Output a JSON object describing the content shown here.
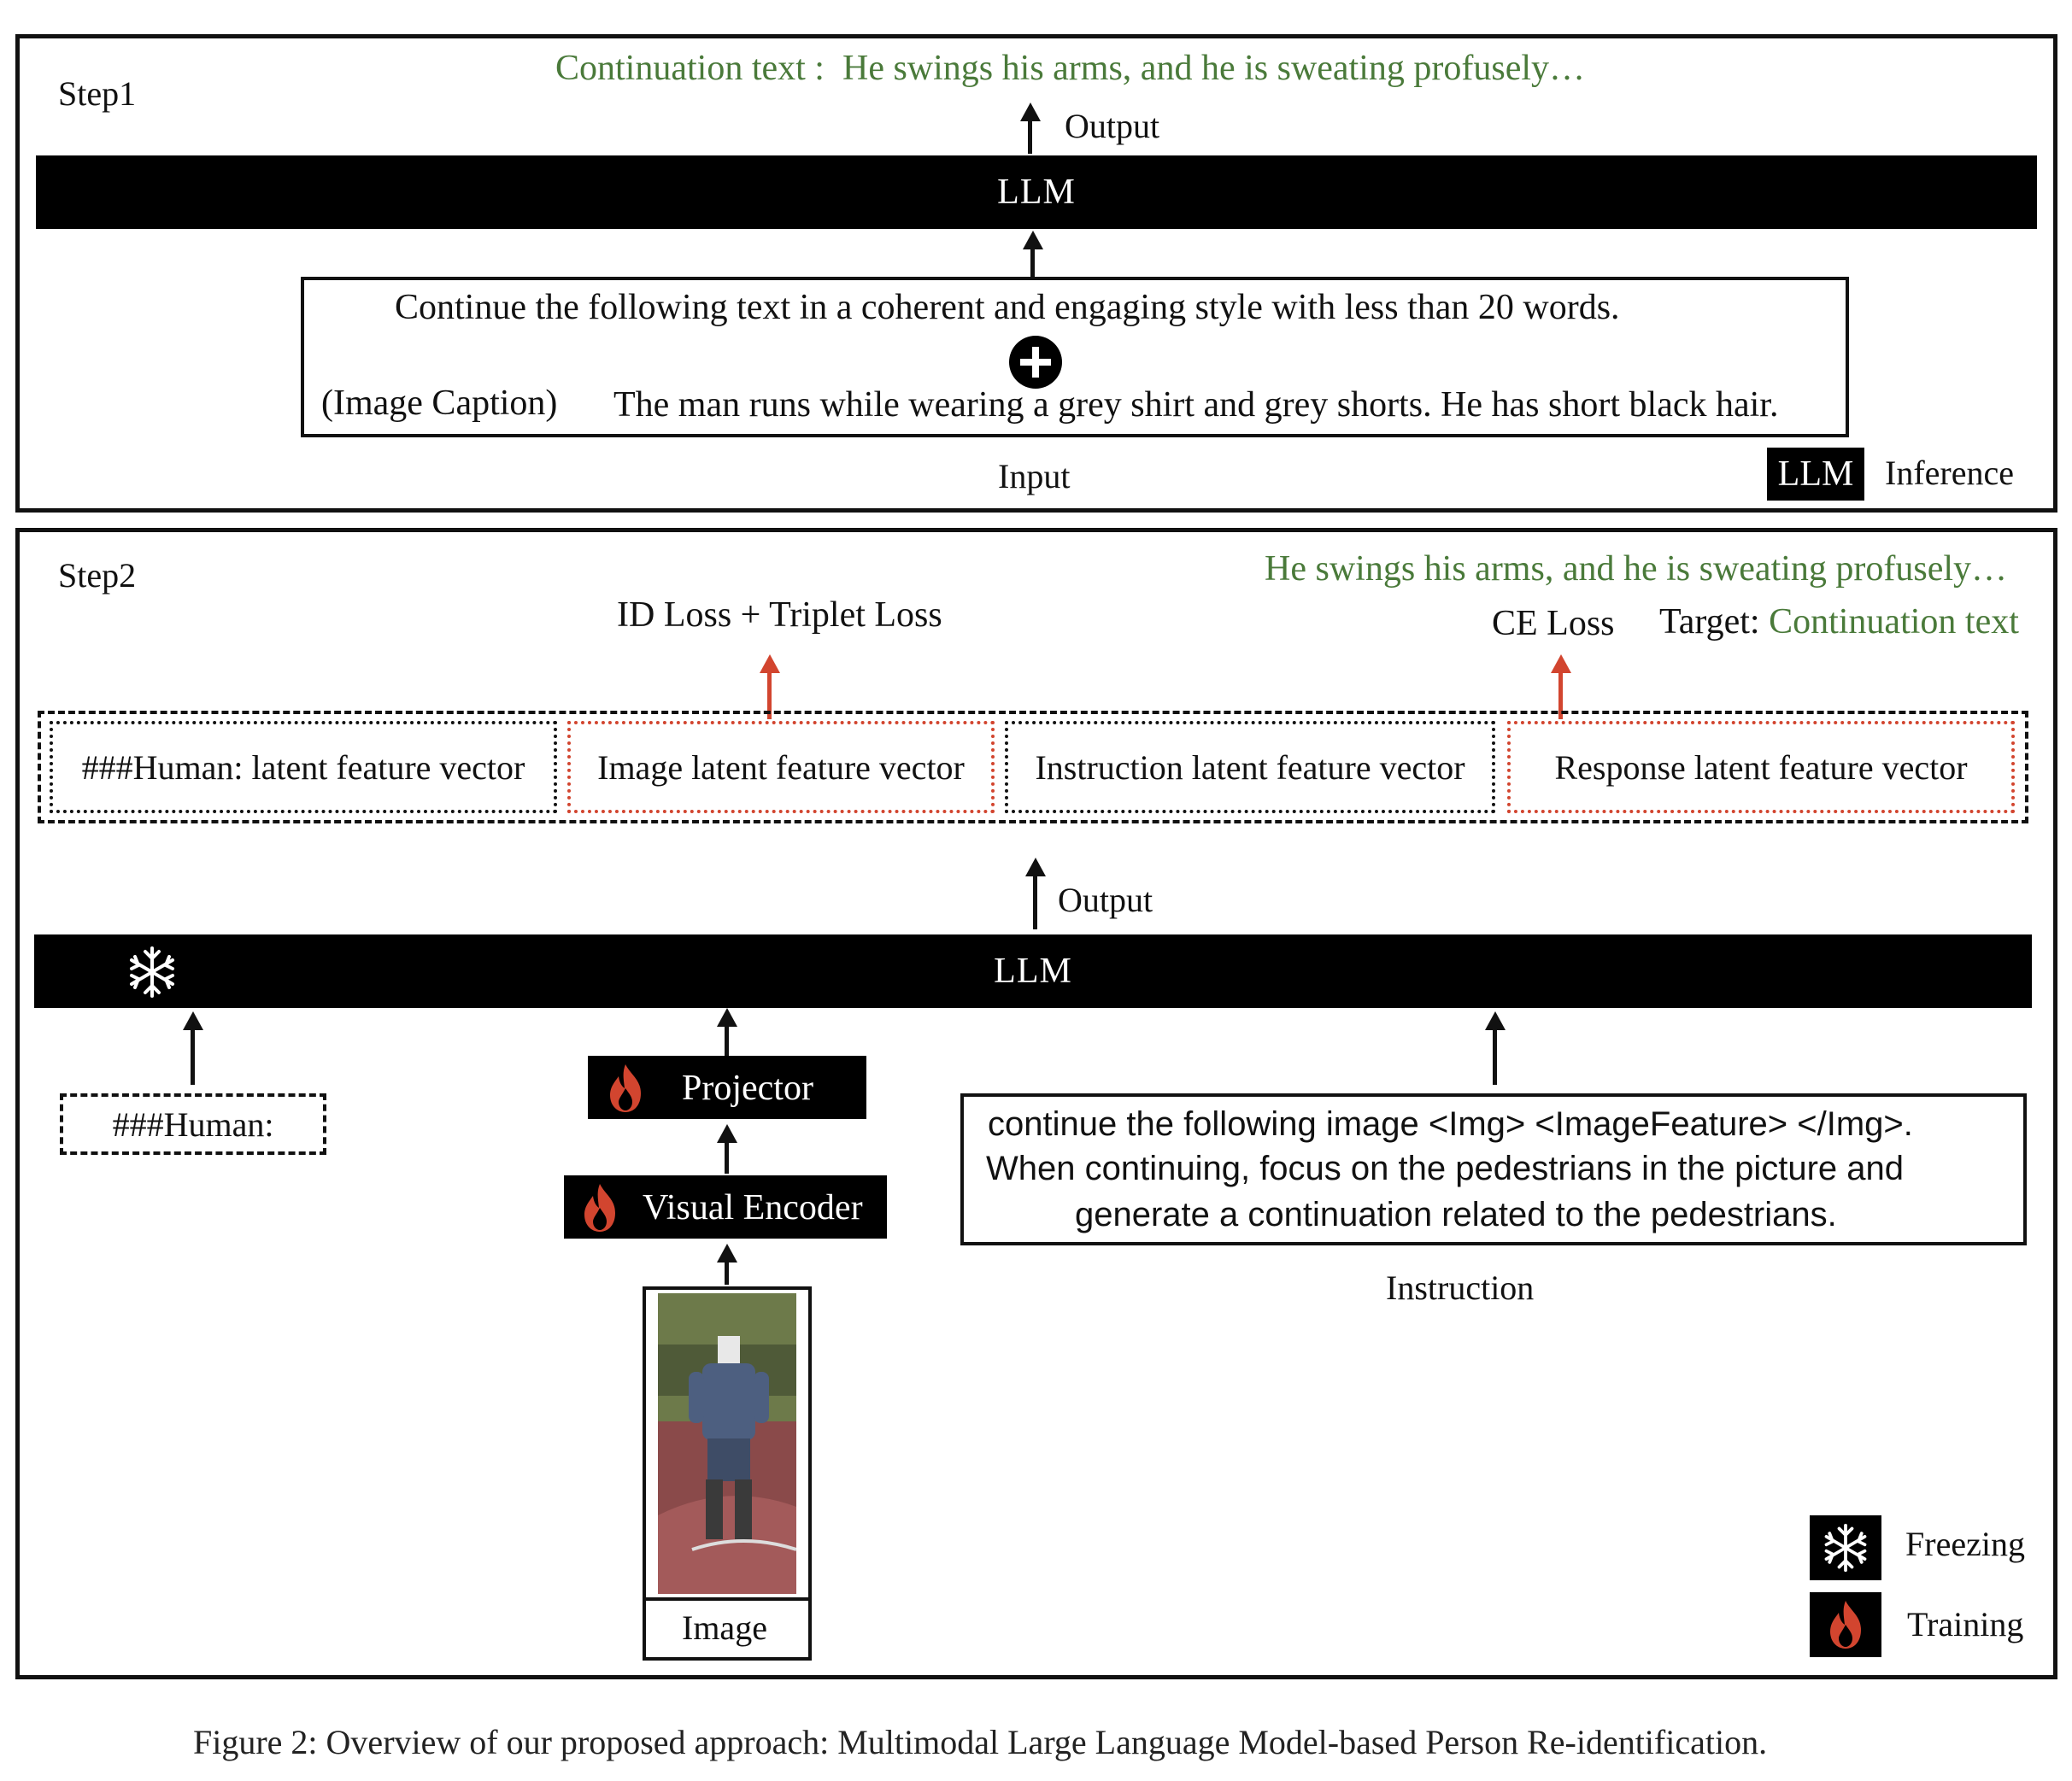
{
  "step1": {
    "label": "Step1",
    "continuation_label": "Continuation text :",
    "continuation_text": "He swings his arms, and he is sweating profusely…",
    "output_label": "Output",
    "llm_label": "LLM",
    "prompt_line": "Continue the following text in a coherent and engaging style with less than 20 words.",
    "plus_icon": "plus-circle-icon",
    "caption_tag": "(Image Caption)",
    "caption_text": "The man runs while wearing a grey shirt and grey shorts. He has short black hair.",
    "input_label": "Input",
    "legend_llm": "LLM",
    "legend_inference": "Inference"
  },
  "step2": {
    "label": "Step2",
    "continuation_text": "He swings his arms, and he is sweating profusely…",
    "id_loss": "ID Loss + Triplet Loss",
    "ce_loss": "CE Loss",
    "target_prefix": "Target:",
    "target_value": "Continuation text",
    "features": [
      "###Human: latent feature vector",
      "Image latent feature vector",
      "Instruction latent feature vector",
      "Response latent feature vector"
    ],
    "output_label": "Output",
    "llm_label": "LLM",
    "human_box": "###Human:",
    "projector": "Projector",
    "visual_encoder": "Visual Encoder",
    "image_label": "Image",
    "instruction_text_1": "continue the following image <Img> <ImageFeature> </Img>.",
    "instruction_text_2": "When continuing, focus on the pedestrians in the picture and",
    "instruction_text_3": "generate a continuation related to the pedestrians.",
    "instruction_label": "Instruction",
    "legend_freezing": "Freezing",
    "legend_training": "Training"
  },
  "caption": "Figure 2: Overview of our proposed approach: Multimodal Large Language Model-based Person Re-identification.",
  "colors": {
    "green": "#4a7a3a",
    "red": "#d2452f",
    "black": "#000000"
  }
}
